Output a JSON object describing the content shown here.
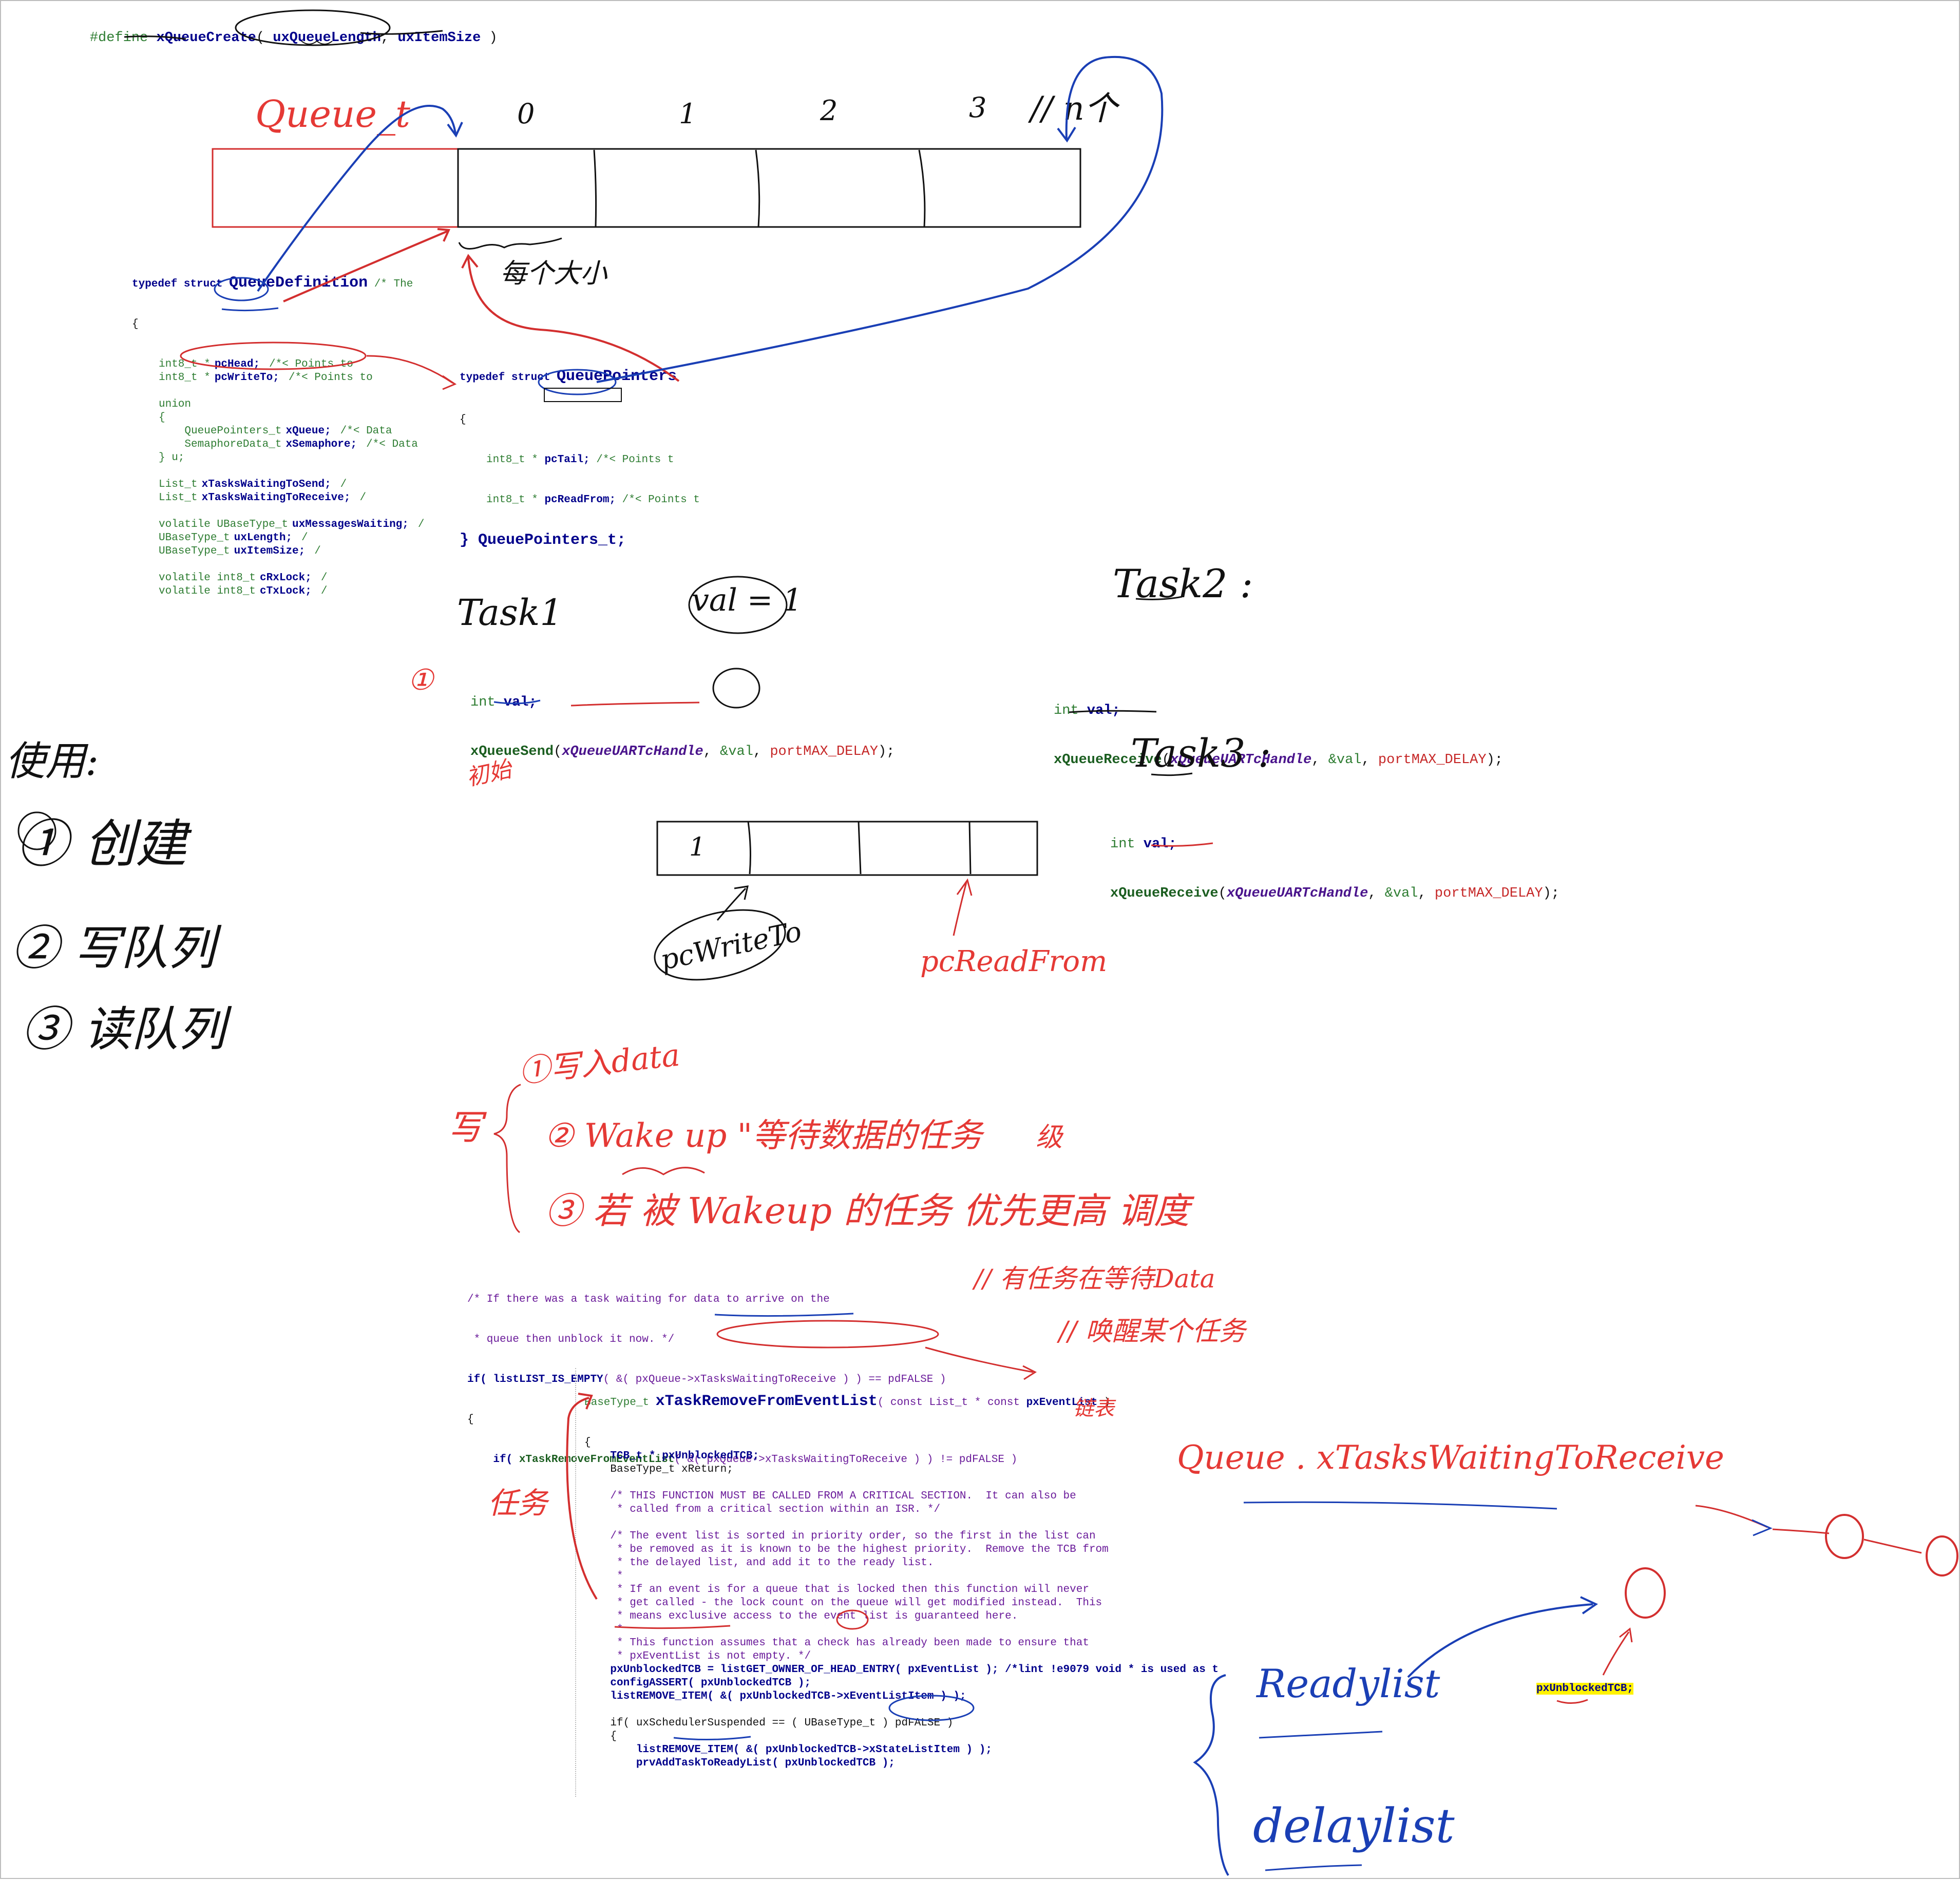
{
  "define_line": {
    "prefix": "#define ",
    "macro": "xQueueCreate",
    "open": "( ",
    "arg1": "uxQueueLength",
    "comma": ", ",
    "arg2": "uxItemSize",
    "close": " )"
  },
  "queue_diagram": {
    "label": "Queue_t",
    "indices": [
      "0",
      "1",
      "2",
      "3",
      "// n个"
    ],
    "size_note": "每个大小"
  },
  "queue_definition": {
    "header_kw": "typedef struct",
    "header_name": "QueueDefinition",
    "header_comment": "/* The",
    "open_brace": "{",
    "lines": [
      {
        "type": "int8_t *",
        "name": "pcHead;",
        "comment": "/*< Points to"
      },
      {
        "type": "int8_t *",
        "name": "pcWriteTo;",
        "comment": "/*< Points to"
      },
      {
        "type": "",
        "name": "",
        "comment": ""
      },
      {
        "type": "union",
        "name": "",
        "comment": ""
      },
      {
        "type": "{",
        "name": "",
        "comment": ""
      },
      {
        "type": "    QueuePointers_t",
        "name": "xQueue;",
        "comment": "/*< Data"
      },
      {
        "type": "    SemaphoreData_t",
        "name": "xSemaphore;",
        "comment": "/*< Data"
      },
      {
        "type": "} u;",
        "name": "",
        "comment": ""
      },
      {
        "type": "",
        "name": "",
        "comment": ""
      },
      {
        "type": "List_t",
        "name": "xTasksWaitingToSend;",
        "comment": "/"
      },
      {
        "type": "List_t",
        "name": "xTasksWaitingToReceive;",
        "comment": "/"
      },
      {
        "type": "",
        "name": "",
        "comment": ""
      },
      {
        "type": "volatile UBaseType_t",
        "name": "uxMessagesWaiting;",
        "comment": "/"
      },
      {
        "type": "UBaseType_t",
        "name": "uxLength;",
        "comment": "/"
      },
      {
        "type": "UBaseType_t",
        "name": "uxItemSize;",
        "comment": "/"
      },
      {
        "type": "",
        "name": "",
        "comment": ""
      },
      {
        "type": "volatile int8_t",
        "name": "cRxLock;",
        "comment": "/"
      },
      {
        "type": "volatile int8_t",
        "name": "cTxLock;",
        "comment": "/"
      }
    ]
  },
  "queue_pointers": {
    "header_kw": "typedef struct",
    "header_name": "QueuePointers",
    "open_brace": "{",
    "line1_type": "int8_t *",
    "line1_name": "pcTail;",
    "line1_comment": "/*< Points t",
    "line2_type": "int8_t *",
    "line2_name": "pcReadFrom;",
    "line2_comment": "/*< Points t",
    "close": "} QueuePointers_t;"
  },
  "task1": {
    "title": "Task1",
    "val_note": "val = 1",
    "step": "①",
    "decl_type": "int",
    "decl_name": " val;",
    "call_fn": "xQueueSend",
    "call_args_1": "xQueueUARTcHandle",
    "call_args_2": ", ",
    "call_args_3": "&val",
    "call_args_4": ", ",
    "call_args_5": "portMAX_DELAY",
    "call_args_6": ");",
    "initial_note": "初始"
  },
  "task2": {
    "title": "Task2 :",
    "decl_type": "int",
    "decl_name": " val;",
    "call_fn": "xQueueReceive",
    "arg1": "xQueueUARTcHandle",
    "arg2": "&val",
    "arg3": "portMAX_DELAY"
  },
  "task3": {
    "title": "Task3 :",
    "decl_type": "int",
    "decl_name": " val;",
    "call_fn": "xQueueReceive",
    "arg1": "xQueueUARTcHandle",
    "arg2": "&val",
    "arg3": "portMAX_DELAY"
  },
  "usage": {
    "title": "使用:",
    "step1": "① 创建",
    "step2": "② 写队列",
    "step3": "③ 读队列"
  },
  "small_queue": {
    "cell1": "1",
    "write_ptr": "pcWriteTo",
    "read_ptr": "pcReadFrom"
  },
  "write_notes": {
    "brace_label": "写",
    "item1": "①写入data",
    "item2": "② Wake up \"等待数据的任务",
    "item2_suffix": "级",
    "item3": "③ 若 被 Wakeup 的任务 优先更高 调度"
  },
  "code_if": {
    "c1": "/* If there was a task waiting for data to arrive on the",
    "c2": " * queue then unblock it now. */",
    "l3a": "if( ",
    "l3b": "listLIST_IS_EMPTY",
    "l3c": "( &( pxQueue->xTasksWaitingToReceive ) ) == pdFALSE )",
    "l4": "{",
    "l5a": "    if( ",
    "l5b": "xTaskRemoveFromEventList",
    "l5c": "( &( pxQueue->xTasksWaitingToReceive ) ) != pdFALSE )",
    "note1": "// 有任务在等待Data",
    "note2": "// 唤醒某个任务"
  },
  "remove_fn": {
    "sig_type": "BaseType_t ",
    "sig_name": "xTaskRemoveFromEventList",
    "sig_args": "( const List_t * const ",
    "sig_param": "pxEventList",
    "sig_close": " )",
    "lines": [
      "{",
      "    TCB_t * pxUnblockedTCB;",
      "    BaseType_t xReturn;",
      "",
      "    /* THIS FUNCTION MUST BE CALLED FROM A CRITICAL SECTION.  It can also be",
      "     * called from a critical section within an ISR. */",
      "",
      "    /* The event list is sorted in priority order, so the first in the list can",
      "     * be removed as it is known to be the highest priority.  Remove the TCB from",
      "     * the delayed list, and add it to the ready list.",
      "     *",
      "     * If an event is for a queue that is locked then this function will never",
      "     * get called - the lock count on the queue will get modified instead.  This",
      "     * means exclusive access to the event list is guaranteed here.",
      "     *",
      "     * This function assumes that a check has already been made to ensure that",
      "     * pxEventList is not empty. */",
      "    pxUnblockedTCB = listGET_OWNER_OF_HEAD_ENTRY( pxEventList ); /*lint !e9079 void * is used as t",
      "    configASSERT( pxUnblockedTCB );",
      "    listREMOVE_ITEM( &( pxUnblockedTCB->xEventListItem ) );",
      "",
      "    if( uxSchedulerSuspended == ( UBaseType_t ) pdFALSE )",
      "    {",
      "        listREMOVE_ITEM( &( pxUnblockedTCB->xStateListItem ) );",
      "        prvAddTaskToReadyList( pxUnblockedTCB );"
    ],
    "list_note": "链表",
    "task_note": "任务"
  },
  "right_notes": {
    "queue_list": "Queue . xTasksWaitingToReceive",
    "readylist": "Readylist",
    "delaylist": "delaylist",
    "tcb_tag": "pxUnblockedTCB;"
  }
}
